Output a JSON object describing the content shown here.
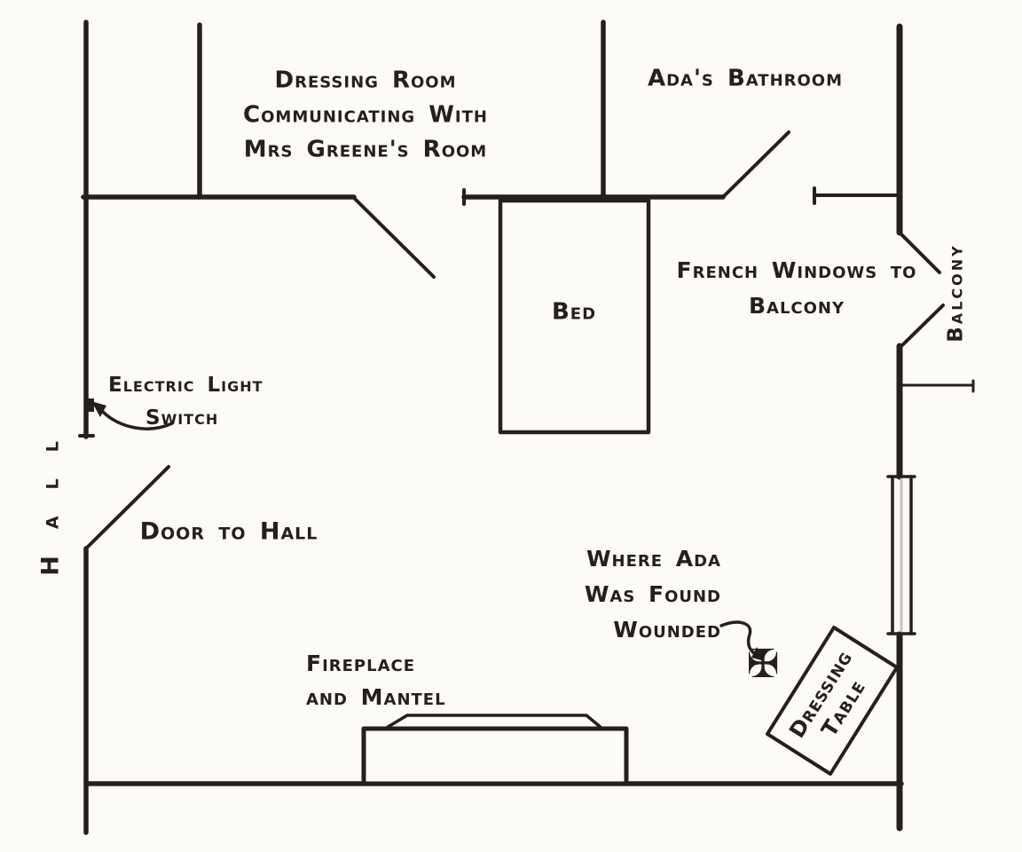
{
  "colors": {
    "ink": "#25201c",
    "paper": "#fcfbf8"
  },
  "labels": {
    "dressing_room": {
      "line1": "Dressing Room",
      "line2": "Communicating With",
      "line3": "Mrs Greene's Room"
    },
    "bathroom": {
      "text": "Ada's Bathroom"
    },
    "french_windows": {
      "line1": "French Windows to",
      "line2": "Balcony"
    },
    "balcony_wall": {
      "text": "Balcony"
    },
    "hall_wall": {
      "text": "Hall"
    },
    "light_switch": {
      "line1": "Electric Light",
      "line2": "Switch"
    },
    "hall_door": {
      "text": "Door to Hall"
    },
    "bed": {
      "text": "Bed"
    },
    "found_spot": {
      "line1": "Where Ada",
      "line2": "Was Found",
      "line3": "Wounded",
      "marker": "✠"
    },
    "fireplace": {
      "line1": "Fireplace",
      "line2": "and Mantel"
    },
    "dressing_table": {
      "line1": "Dressing",
      "line2": "Table"
    }
  }
}
